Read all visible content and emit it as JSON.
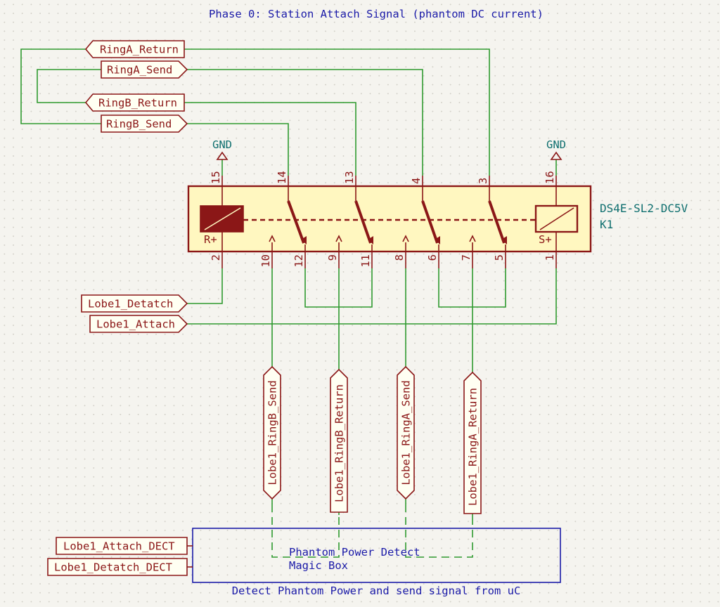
{
  "title": "Phase 0: Station Attach Signal (phantom DC current)",
  "labels": {
    "ringA_return": "RingA_Return",
    "ringA_send": "RingA_Send",
    "ringB_return": "RingB_Return",
    "ringB_send": "RingB_Send",
    "lobe1_detatch": "Lobe1_Detatch",
    "lobe1_attach": "Lobe1_Attach",
    "lobe1_ringB_send": "Lobe1_RingB_Send",
    "lobe1_ringB_return": "Lobe1_RingB_Return",
    "lobe1_ringA_send": "Lobe1_RingA_Send",
    "lobe1_ringA_return": "Lobe1_RingA_Return",
    "lobe1_attach_dect": "Lobe1_Attach_DECT",
    "lobe1_detatch_dect": "Lobe1_Detatch_DECT"
  },
  "power": {
    "gnd_left": "GND",
    "gnd_right": "GND"
  },
  "relay": {
    "part": "DS4E-SL2-DC5V",
    "ref": "K1",
    "reset_label": "R+",
    "set_label": "S+",
    "pins": {
      "p15": "15",
      "p14": "14",
      "p13": "13",
      "p4": "4",
      "p3": "3",
      "p16": "16",
      "p2": "2",
      "p10": "10",
      "p12": "12",
      "p9": "9",
      "p11": "11",
      "p8": "8",
      "p6": "6",
      "p7": "7",
      "p5": "5",
      "p1": "1"
    }
  },
  "magic_box": {
    "line1": "Phantom Power Detect",
    "line2": "Magic Box",
    "caption": "Detect Phantom Power and send signal from uC"
  },
  "colors": {
    "wire": "#2f9a2f",
    "symbol": "#8b1717",
    "relay_body": "#fff7c0",
    "note": "#1a1aa8",
    "power": "#0f6f6f"
  }
}
